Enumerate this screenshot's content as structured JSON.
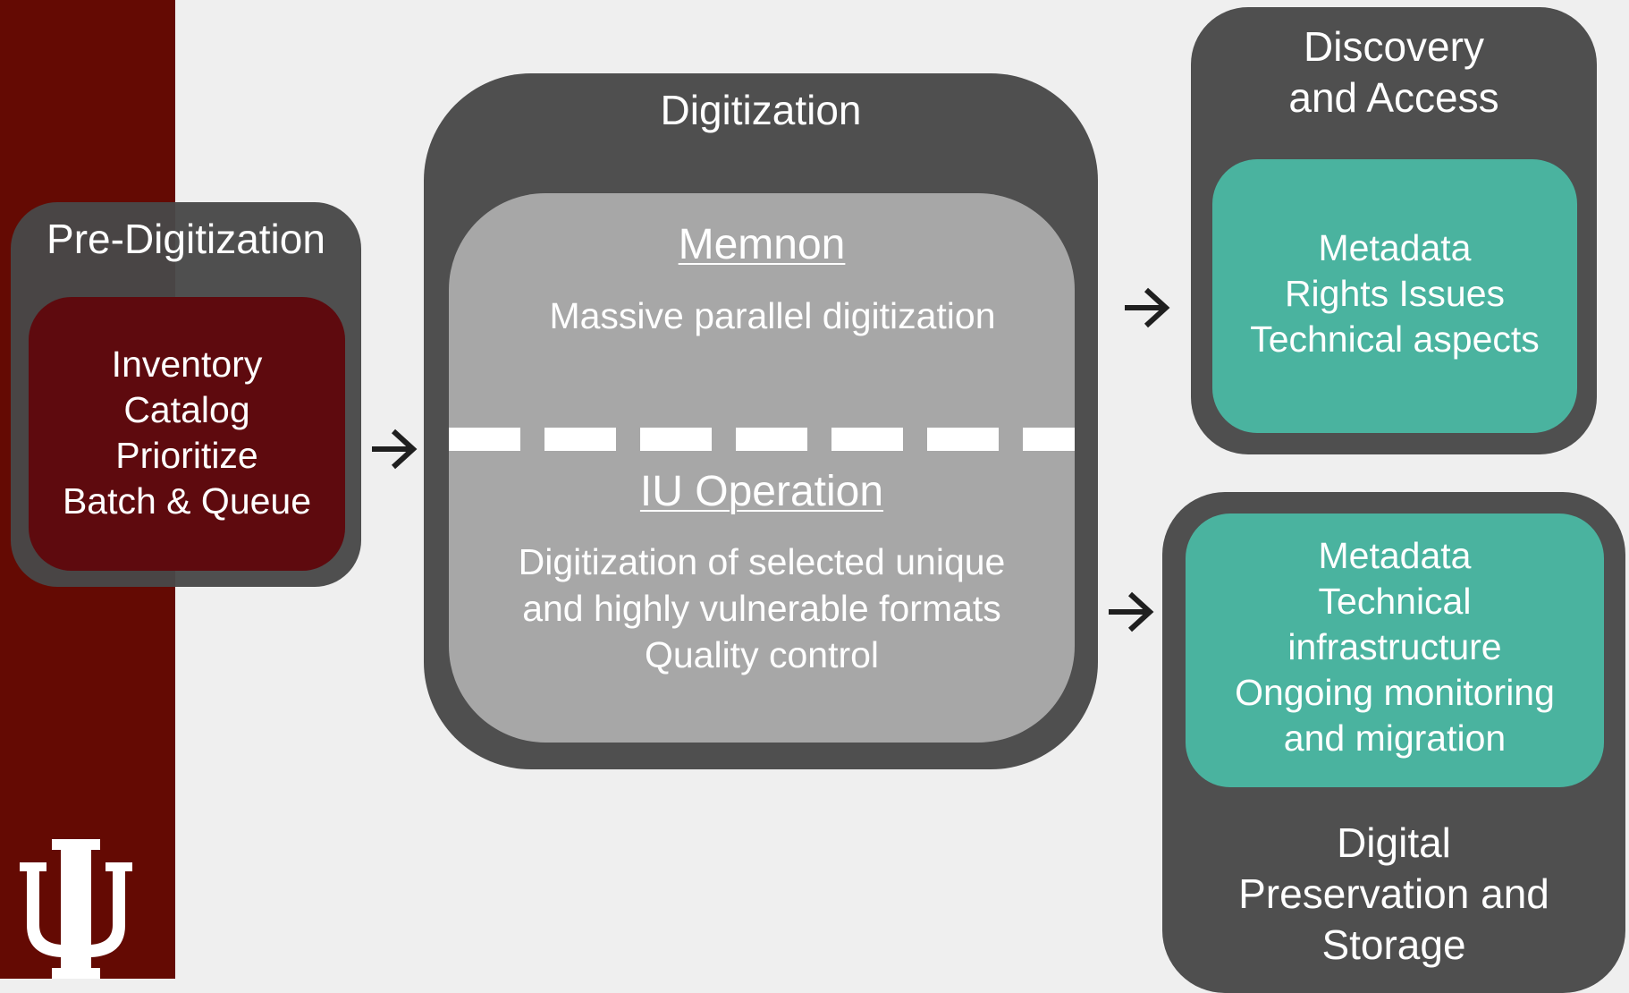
{
  "pre_digitization": {
    "title": "Pre-Digitization",
    "items": [
      "Inventory",
      "Catalog",
      "Prioritize",
      "Batch & Queue"
    ]
  },
  "digitization": {
    "title": "Digitization",
    "memnon": {
      "title": "Memnon",
      "description": "Massive parallel digitization"
    },
    "iu_operation": {
      "title": "IU Operation",
      "lines": [
        "Digitization of selected unique",
        "and highly vulnerable formats",
        "Quality control"
      ]
    }
  },
  "discovery_access": {
    "title_lines": [
      "Discovery",
      "and Access"
    ],
    "items": [
      "Metadata",
      "Rights Issues",
      "Technical aspects"
    ]
  },
  "preservation_storage": {
    "title_lines": [
      "Digital",
      "Preservation and",
      "Storage"
    ],
    "items": [
      "Metadata",
      "Technical",
      "infrastructure",
      "Ongoing monitoring",
      "and migration"
    ]
  },
  "colors": {
    "sidebar": "#640a03",
    "background": "#efefef",
    "dark_box": "#484848",
    "pre_inner": "#5e0a0e",
    "gray_inner": "#a7a7a7",
    "teal_inner": "#4ab39f",
    "arrow": "#1f1f1f"
  },
  "icons": {
    "logo": "trident-logo-icon",
    "flow_arrow": "arrow-right-icon"
  }
}
